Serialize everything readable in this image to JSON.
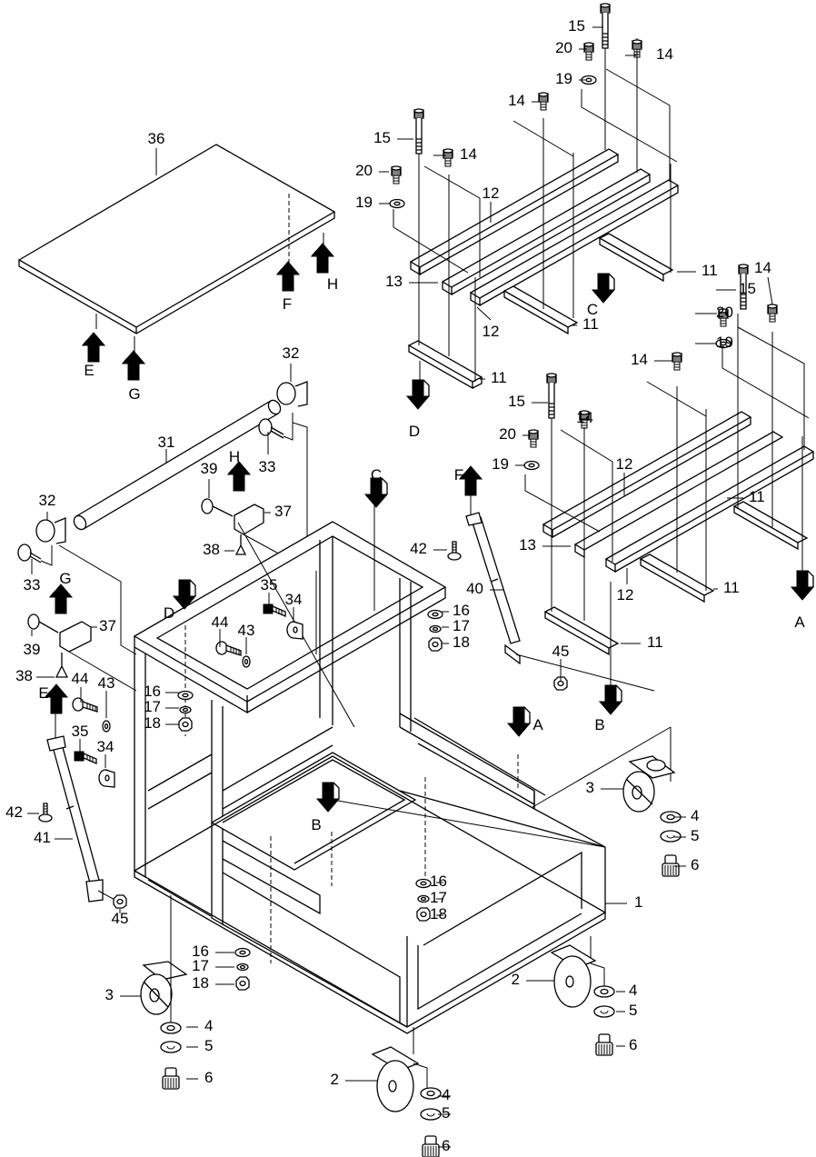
{
  "diagram": {
    "title": "Cart stand exploded parts view",
    "callouts": [
      {
        "id": "36",
        "label": "36",
        "part": "top-panel"
      },
      {
        "id": "15a",
        "label": "15",
        "part": "long-cap-screw"
      },
      {
        "id": "20a",
        "label": "20",
        "part": "short-cap-screw"
      },
      {
        "id": "14a",
        "label": "14",
        "part": "cap-screw"
      },
      {
        "id": "19a",
        "label": "19",
        "part": "washer"
      },
      {
        "id": "14b",
        "label": "14",
        "part": "cap-screw"
      },
      {
        "id": "15b",
        "label": "15",
        "part": "long-cap-screw"
      },
      {
        "id": "14c",
        "label": "14",
        "part": "cap-screw"
      },
      {
        "id": "20b",
        "label": "20",
        "part": "short-cap-screw"
      },
      {
        "id": "19b",
        "label": "19",
        "part": "washer"
      },
      {
        "id": "12a",
        "label": "12",
        "part": "rail"
      },
      {
        "id": "13a",
        "label": "13",
        "part": "rail-end-block"
      },
      {
        "id": "12b",
        "label": "12",
        "part": "rail"
      },
      {
        "id": "11a",
        "label": "11",
        "part": "foot-plate"
      },
      {
        "id": "11b",
        "label": "11",
        "part": "foot-plate"
      },
      {
        "id": "11c",
        "label": "11",
        "part": "foot-plate"
      },
      {
        "id": "15c",
        "label": "15",
        "part": "long-cap-screw"
      },
      {
        "id": "14d",
        "label": "14",
        "part": "cap-screw"
      },
      {
        "id": "20c",
        "label": "20",
        "part": "short-cap-screw"
      },
      {
        "id": "19c",
        "label": "19",
        "part": "washer"
      },
      {
        "id": "14e",
        "label": "14",
        "part": "cap-screw"
      },
      {
        "id": "15d",
        "label": "15",
        "part": "long-cap-screw"
      },
      {
        "id": "14f",
        "label": "14",
        "part": "cap-screw"
      },
      {
        "id": "20d",
        "label": "20",
        "part": "short-cap-screw"
      },
      {
        "id": "19d",
        "label": "19",
        "part": "washer"
      },
      {
        "id": "12c",
        "label": "12",
        "part": "rail"
      },
      {
        "id": "13b",
        "label": "13",
        "part": "rail-end-block"
      },
      {
        "id": "12d",
        "label": "12",
        "part": "rail"
      },
      {
        "id": "11d",
        "label": "11",
        "part": "foot-plate"
      },
      {
        "id": "11e",
        "label": "11",
        "part": "foot-plate"
      },
      {
        "id": "11f",
        "label": "11",
        "part": "foot-plate"
      },
      {
        "id": "32a",
        "label": "32",
        "part": "handle-end-cap"
      },
      {
        "id": "31",
        "label": "31",
        "part": "handle-bar"
      },
      {
        "id": "33a",
        "label": "33",
        "part": "screw"
      },
      {
        "id": "32b",
        "label": "32",
        "part": "handle-end-cap"
      },
      {
        "id": "33b",
        "label": "33",
        "part": "screw"
      },
      {
        "id": "39a",
        "label": "39",
        "part": "bolt"
      },
      {
        "id": "37a",
        "label": "37",
        "part": "hinge-bracket"
      },
      {
        "id": "38a",
        "label": "38",
        "part": "screw"
      },
      {
        "id": "39b",
        "label": "39",
        "part": "bolt"
      },
      {
        "id": "37b",
        "label": "37",
        "part": "hinge-bracket"
      },
      {
        "id": "38b",
        "label": "38",
        "part": "screw"
      },
      {
        "id": "42a",
        "label": "42",
        "part": "screw"
      },
      {
        "id": "40",
        "label": "40",
        "part": "gas-strut-right"
      },
      {
        "id": "45a",
        "label": "45",
        "part": "nut"
      },
      {
        "id": "35a",
        "label": "35",
        "part": "bolt"
      },
      {
        "id": "34a",
        "label": "34",
        "part": "spacer"
      },
      {
        "id": "44a",
        "label": "44",
        "part": "bolt"
      },
      {
        "id": "43a",
        "label": "43",
        "part": "washer"
      },
      {
        "id": "16a",
        "label": "16",
        "part": "washer"
      },
      {
        "id": "17a",
        "label": "17",
        "part": "spring-washer"
      },
      {
        "id": "18a",
        "label": "18",
        "part": "nut"
      },
      {
        "id": "16b",
        "label": "16",
        "part": "washer"
      },
      {
        "id": "17b",
        "label": "17",
        "part": "spring-washer"
      },
      {
        "id": "18b",
        "label": "18",
        "part": "nut"
      },
      {
        "id": "44b",
        "label": "44",
        "part": "bolt"
      },
      {
        "id": "43b",
        "label": "43",
        "part": "washer"
      },
      {
        "id": "35b",
        "label": "35",
        "part": "bolt"
      },
      {
        "id": "34b",
        "label": "34",
        "part": "spacer"
      },
      {
        "id": "42b",
        "label": "42",
        "part": "screw"
      },
      {
        "id": "41",
        "label": "41",
        "part": "gas-strut-left"
      },
      {
        "id": "45b",
        "label": "45",
        "part": "nut"
      },
      {
        "id": "16c",
        "label": "16",
        "part": "washer"
      },
      {
        "id": "17c",
        "label": "17",
        "part": "spring-washer"
      },
      {
        "id": "18c",
        "label": "18",
        "part": "nut"
      },
      {
        "id": "16d",
        "label": "16",
        "part": "washer"
      },
      {
        "id": "17d",
        "label": "17",
        "part": "spring-washer"
      },
      {
        "id": "18d",
        "label": "18",
        "part": "nut"
      },
      {
        "id": "1",
        "label": "1",
        "part": "main-frame"
      },
      {
        "id": "3a",
        "label": "3",
        "part": "swivel-caster-brake"
      },
      {
        "id": "4a",
        "label": "4",
        "part": "flat-washer"
      },
      {
        "id": "5a",
        "label": "5",
        "part": "lock-washer"
      },
      {
        "id": "6a",
        "label": "6",
        "part": "caster-bolt"
      },
      {
        "id": "3b",
        "label": "3",
        "part": "swivel-caster-brake"
      },
      {
        "id": "4b",
        "label": "4",
        "part": "flat-washer"
      },
      {
        "id": "5b",
        "label": "5",
        "part": "lock-washer"
      },
      {
        "id": "6b",
        "label": "6",
        "part": "caster-bolt"
      },
      {
        "id": "2a",
        "label": "2",
        "part": "fixed-caster"
      },
      {
        "id": "4c",
        "label": "4",
        "part": "flat-washer"
      },
      {
        "id": "5c",
        "label": "5",
        "part": "lock-washer"
      },
      {
        "id": "6c",
        "label": "6",
        "part": "caster-bolt"
      },
      {
        "id": "2b",
        "label": "2",
        "part": "fixed-caster"
      },
      {
        "id": "4d",
        "label": "4",
        "part": "flat-washer"
      },
      {
        "id": "5d",
        "label": "5",
        "part": "lock-washer"
      },
      {
        "id": "6d",
        "label": "6",
        "part": "caster-bolt"
      }
    ],
    "reference_arrows": [
      {
        "id": "E-top",
        "letter": "E",
        "direction": "up"
      },
      {
        "id": "G-top",
        "letter": "G",
        "direction": "up"
      },
      {
        "id": "F-top",
        "letter": "F",
        "direction": "up"
      },
      {
        "id": "H-top",
        "letter": "H",
        "direction": "up"
      },
      {
        "id": "C-rail",
        "letter": "C",
        "direction": "down"
      },
      {
        "id": "D-rail",
        "letter": "D",
        "direction": "down"
      },
      {
        "id": "A-rail",
        "letter": "A",
        "direction": "down"
      },
      {
        "id": "B-rail",
        "letter": "B",
        "direction": "down"
      },
      {
        "id": "H-hinge",
        "letter": "H",
        "direction": "up"
      },
      {
        "id": "G-hinge",
        "letter": "G",
        "direction": "up"
      },
      {
        "id": "C-frame",
        "letter": "C",
        "direction": "down"
      },
      {
        "id": "D-frame",
        "letter": "D",
        "direction": "down"
      },
      {
        "id": "F-strut",
        "letter": "F",
        "direction": "up"
      },
      {
        "id": "E-strut",
        "letter": "E",
        "direction": "up"
      },
      {
        "id": "A-frame",
        "letter": "A",
        "direction": "down"
      },
      {
        "id": "B-frame",
        "letter": "B",
        "direction": "down"
      }
    ]
  }
}
